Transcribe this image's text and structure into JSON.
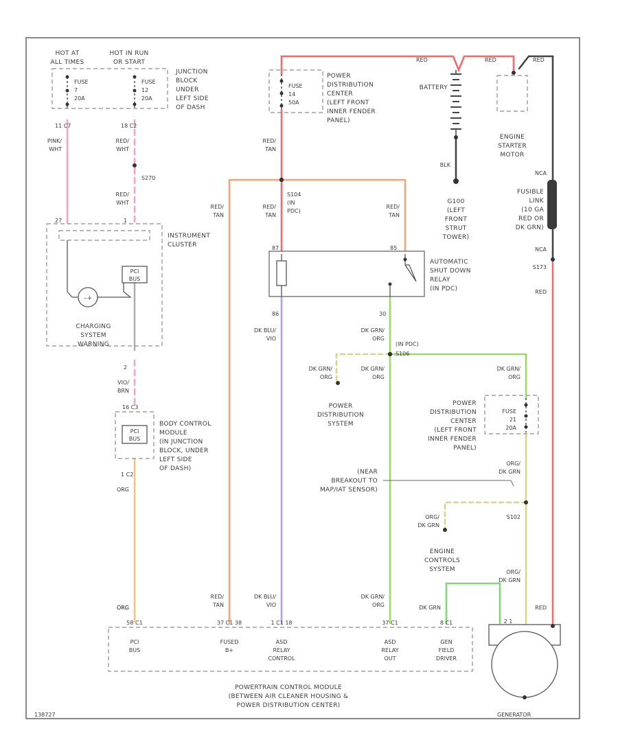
{
  "labels": {
    "hot_at_all_times": [
      "HOT AT",
      "ALL TIMES"
    ],
    "hot_in_run": [
      "HOT IN RUN",
      "OR START"
    ],
    "fuse7": [
      "FUSE",
      "7",
      "20A"
    ],
    "fuse12": [
      "FUSE",
      "12",
      "20A"
    ],
    "junction_block": [
      "JUNCTION",
      "BLOCK",
      "UNDER",
      "LEFT SIDE",
      "OF DASH"
    ],
    "c7_conn": "11  C7",
    "c2_conn": "18  C2",
    "pink_wht": [
      "PINK/",
      "WHT"
    ],
    "red_wht_1": [
      "RED/",
      "WHT"
    ],
    "s270": "S270",
    "red_wht_2": [
      "RED/",
      "WHT"
    ],
    "pin_27": "27",
    "pin_1": "1",
    "instrument_cluster": [
      "INSTRUMENT",
      "CLUSTER"
    ],
    "pci_bus_ic": [
      "PCI",
      "BUS"
    ],
    "charging_warning": [
      "CHARGING",
      "SYSTEM",
      "WARNING"
    ],
    "pin_2": "2",
    "vio_brn": [
      "VIO/",
      "BRN"
    ],
    "bcm_pins": "16 C3",
    "pci_bus_bcm": [
      "PCI",
      "BUS"
    ],
    "bcm": [
      "BODY CONTROL",
      "MODULE",
      "(IN JUNCTION",
      "BLOCK, UNDER",
      "LEFT SIDE",
      "OF DASH)"
    ],
    "c2_bcm": "1  C2",
    "org_1": "ORG",
    "org_2": "ORG",
    "red_top_1": "RED",
    "red_top_2": "RED",
    "red_top_3": "RED",
    "fuse14": [
      "FUSE",
      "14",
      "50A"
    ],
    "pdc_top": [
      "POWER",
      "DISTRIBUTION",
      "CENTER",
      "(LEFT FRONT",
      "INNER FENDER",
      "PANEL)"
    ],
    "battery": "BATTERY",
    "starter": [
      "ENGINE",
      "STARTER",
      "MOTOR"
    ],
    "red_tan_1": [
      "RED/",
      "TAN"
    ],
    "blk": "BLK",
    "g100": [
      "G100",
      "(LEFT",
      "FRONT",
      "STRUT",
      "TOWER)"
    ],
    "nca_1": "NCA",
    "fusible_link": [
      "FUSIBLE",
      "LINK",
      "(10 GA",
      "RED OR",
      "DK GRN)"
    ],
    "nca_2": "NCA",
    "s173": "S173",
    "red_right_1": "RED",
    "red_tan_2": [
      "RED/",
      "TAN"
    ],
    "s104": [
      "S104",
      "(IN",
      "PDC)"
    ],
    "red_tan_3": [
      "RED/",
      "TAN"
    ],
    "red_tan_4": [
      "RED/",
      "TAN"
    ],
    "relay_pin_87": "87",
    "relay_pin_85": "85",
    "relay_pin_86": "86",
    "relay_pin_30": "30",
    "asd_relay": [
      "AUTOMATIC",
      "SHUT DOWN",
      "RELAY",
      "(IN PDC)"
    ],
    "dk_blu_vio_1": [
      "DK BLU/",
      "VIO"
    ],
    "dk_grn_org_1": [
      "DK GRN/",
      "ORG"
    ],
    "in_pdc_s106": [
      "(IN PDC)",
      "S106"
    ],
    "dk_grn_org_2": [
      "DK GRN/",
      "ORG"
    ],
    "dk_grn_org_3": [
      "DK GRN/",
      "ORG"
    ],
    "dk_grn_org_4": [
      "DK GRN/",
      "ORG"
    ],
    "power_dist_sys": [
      "POWER",
      "DISTRIBUTION",
      "SYSTEM"
    ],
    "pdc_right": [
      "POWER",
      "DISTRIBUTION",
      "CENTER",
      "(LEFT FRONT",
      "INNER FENDER",
      "PANEL)"
    ],
    "fuse21": [
      "FUSE",
      "21",
      "20A"
    ],
    "org_dk_grn_1": [
      "ORG/",
      "DK GRN"
    ],
    "breakout": [
      "(NEAR",
      "BREAKOUT TO",
      "MAP/IAT SENSOR)"
    ],
    "org_dk_grn_2": [
      "ORG/",
      "DK GRN"
    ],
    "s102": "S102",
    "engine_controls": [
      "ENGINE",
      "CONTROLS",
      "SYSTEM"
    ],
    "org_dk_grn_3": [
      "ORG/",
      "DK GRN"
    ],
    "dk_grn_gen": "DK GRN",
    "red_gen": "RED",
    "org_pcm": "ORG",
    "red_tan_pcm": [
      "RED/",
      "TAN"
    ],
    "dk_blu_vio_pcm": [
      "DK BLU/",
      "VIO"
    ],
    "dk_grn_org_pcm": [
      "DK GRN/",
      "ORG"
    ],
    "pcm_pins": [
      "58  C1",
      "37 C1 38",
      "1 C1 18",
      "37  C1",
      "8 C1"
    ],
    "pcm_funcs": [
      [
        "PCI",
        "BUS"
      ],
      [
        "FUSED",
        "B+"
      ],
      [
        "ASD",
        "RELAY",
        "CONTROL"
      ],
      [
        "ASD",
        "RELAY",
        "OUT"
      ],
      [
        "GEN",
        "FIELD",
        "DRIVER"
      ]
    ],
    "pcm": [
      "POWERTRAIN CONTROL MODULE",
      "(BETWEEN AIR CLEANER HOUSING &",
      "POWER DISTRIBUTION CENTER)"
    ],
    "gen_pins": "2  1",
    "generator": "GENERATOR",
    "footer_code": "138727"
  },
  "colors": {
    "red": "#f26b6b",
    "pink": "#f5a3c7",
    "orange_red": "#f5a47a",
    "orange": "#f8c27a",
    "violet": "#b59cf2",
    "green": "#9ed86a",
    "green_dark": "#84d47a",
    "tan_green": "#d8d68a",
    "black": "#3a3a3a"
  }
}
